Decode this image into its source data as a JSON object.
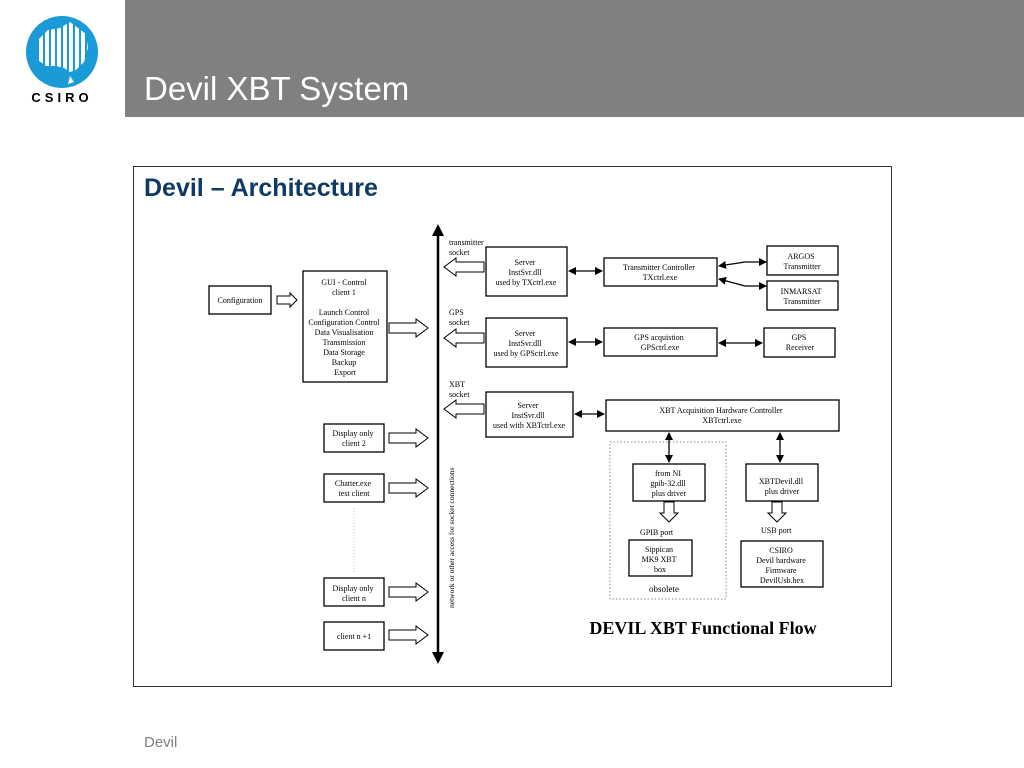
{
  "header": {
    "logo_text": "CSIRO",
    "title": "Devil XBT System"
  },
  "diagram": {
    "title": "Devil – Architecture",
    "flow_title": "DEVIL XBT Functional Flow",
    "configuration": "Configuration",
    "gui_control": [
      "GUI - Control",
      "client 1",
      "",
      "Launch Control",
      "Configuration Control",
      "Data Visualisation",
      "Transmission",
      "Data Storage",
      "Backup",
      "Export"
    ],
    "display_client_2": [
      "Display only",
      "client 2"
    ],
    "chatter_client": [
      "Chatter.exe",
      "test client"
    ],
    "display_client_n": [
      "Display only",
      "client n"
    ],
    "client_n_plus_1": "client n +1",
    "bus_label": "network or other access for socket connections",
    "socket_labels": {
      "transmitter": [
        "transmitter",
        "socket"
      ],
      "gps": [
        "GPS",
        "socket"
      ],
      "xbt": [
        "XBT",
        "socket"
      ]
    },
    "server_tx": [
      "Server",
      "InstSvr.dll",
      "used by TXctrl.exe"
    ],
    "server_gps": [
      "Server",
      "InstSvr.dll",
      "used by GPSctrl.exe"
    ],
    "server_xbt": [
      "Server",
      "InstSvr.dll",
      "used with XBTctrl.exe"
    ],
    "transmitter_controller": [
      "Transmitter Controller",
      "TXctrl.exe"
    ],
    "gps_acquisition": [
      "GPS acquistion",
      "GPSctrl.exe"
    ],
    "xbt_controller": [
      "XBT Acquisition Hardware Controller",
      "XBTctrl.exe"
    ],
    "argos": [
      "ARGOS",
      "Transmitter"
    ],
    "inmarsat": [
      "INMARSAT",
      "Transmitter"
    ],
    "gps_receiver": [
      "GPS",
      "Receiver"
    ],
    "ni_driver": [
      "from NI",
      "gpib-32.dll",
      "plus driver"
    ],
    "xbtdevil_driver": [
      "XBTDevil.dll",
      "plus driver"
    ],
    "gpib_port": "GPIB port",
    "usb_port": "USB port",
    "sippican": [
      "Sippican",
      "MK9 XBT",
      "box"
    ],
    "csiro_hw": [
      "CSIRO",
      "Devil hardware",
      "Firmware",
      "DevilUsb.hex"
    ],
    "obsolete": "obsolete"
  },
  "footer": {
    "text": "Devil"
  },
  "colors": {
    "header_bar": "#808080",
    "diagram_title": "#0d3b66",
    "logo_blue": "#1a9bd7"
  }
}
